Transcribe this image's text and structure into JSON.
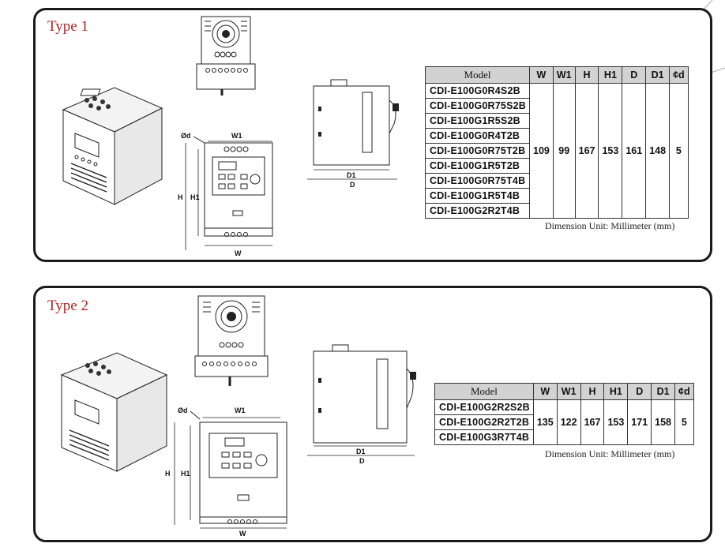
{
  "sections": [
    {
      "type_label": "Type 1",
      "table": {
        "headers": [
          "Model",
          "W",
          "W1",
          "H",
          "H1",
          "D",
          "D1",
          "¢d"
        ],
        "models": [
          "CDI-E100G0R4S2B",
          "CDI-E100G0R75S2B",
          "CDI-E100G1R5S2B",
          "CDI-E100G0R4T2B",
          "CDI-E100G0R75T2B",
          "CDI-E100G1R5T2B",
          "CDI-E100G0R75T4B",
          "CDI-E100G1R5T4B",
          "CDI-E100G2R2T4B"
        ],
        "values": [
          "109",
          "99",
          "167",
          "153",
          "161",
          "148",
          "5"
        ]
      },
      "unit_note": "Dimension Unit: Millimeter (mm)",
      "drawing_labels": {
        "od": "Ød",
        "w1": "W1",
        "h": "H",
        "h1": "H1",
        "w": "W",
        "d1": "D1",
        "d": "D"
      }
    },
    {
      "type_label": "Type 2",
      "table": {
        "headers": [
          "Model",
          "W",
          "W1",
          "H",
          "H1",
          "D",
          "D1",
          "¢d"
        ],
        "models": [
          "CDI-E100G2R2S2B",
          "CDI-E100G2R2T2B",
          "CDI-E100G3R7T4B"
        ],
        "values": [
          "135",
          "122",
          "167",
          "153",
          "171",
          "158",
          "5"
        ]
      },
      "unit_note": "Dimension Unit: Millimeter (mm)",
      "drawing_labels": {
        "od": "Ød",
        "w1": "W1",
        "h": "H",
        "h1": "H1",
        "w": "W",
        "d1": "D1",
        "d": "D"
      }
    }
  ]
}
